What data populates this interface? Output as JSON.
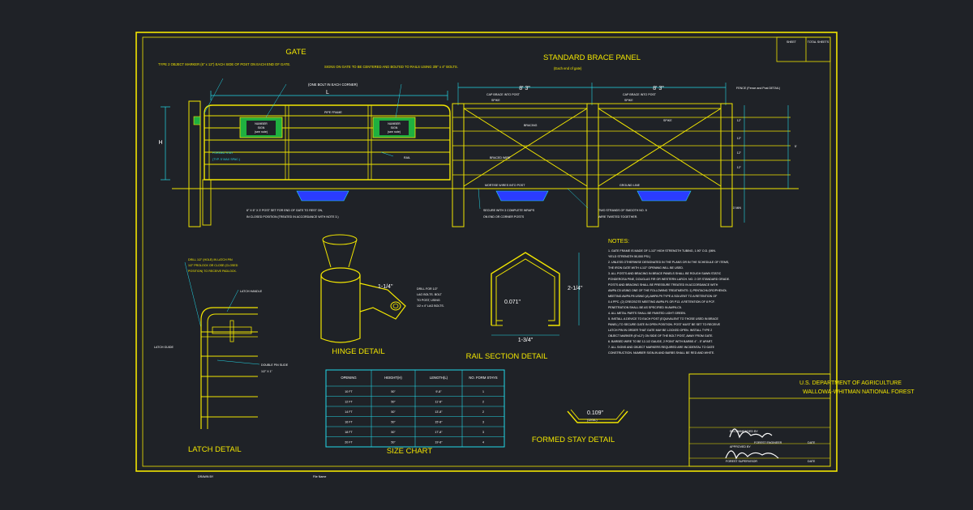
{
  "colors": {
    "background": "#1f2227",
    "frame": "#f2e600",
    "annotation": "#22d8e8",
    "panel": "#2a3cff",
    "signage": "#1fb040",
    "text": "#ffffff"
  },
  "title_block": {
    "sheet_label": "SHEET",
    "total_sheets_label": "TOTAL SHEETS",
    "agency": "U.S. DEPARTMENT OF AGRICULTURE",
    "forest": "WALLOWA-WHITMAN NATIONAL FOREST",
    "date_label_1": "DATE",
    "date_label_2": "DATE",
    "recommended_label": "RECOMMENDED BY",
    "approved_label": "APPROVED BY",
    "engineer_role": "FOREST ENGINEER",
    "supervisor_role": "FOREST SUPERVISOR",
    "drawn_label": "DRAWN BY",
    "file_label": "File Name"
  },
  "gate": {
    "title": "GATE",
    "note_marker": "TYPE 2 OBJECT MARKER (6\" x 12\") EACH SIDE OF POST ON EACH END OF GATE.",
    "note_signs": "SIGNS ON GATE TO BE CENTERED AND BOLTED TO RAILS USING 3/8\" x 4\" BOLTS.",
    "note_bolt": "(ONE BOLT IN EACH CORNER)",
    "dim_L": "L",
    "dim_H": "H",
    "pipe_frame": "PIPE FRAME",
    "rail": "RAIL",
    "formed_stay": "FORMED STAY",
    "formed_stay_spacing": "(TYP. 5' MAX SPAC.)",
    "sign_1": [
      "NUMBER",
      "SIGN",
      "(see note)"
    ],
    "sign_2": [
      "NUMBER",
      "SIGN",
      "(see note)"
    ],
    "post_note_1": "6\" X 6\" X 3' POST SET FOR END OF GATE TO REST ON,",
    "post_note_2": "IN CLOSED POSITION (TREATED IN ACCORDANCE WITH NOTE 3.)"
  },
  "brace": {
    "title": "STANDARD BRACE PANEL",
    "subtitle": "(Each end of gate)",
    "dim_left": "8' 3\"",
    "dim_right": "8' 3\"",
    "fence_note": "FENCE (Fence and Post DETAIL)",
    "dim_total": "5'",
    "dim_segments": [
      "12\"",
      "12\"",
      "12\"",
      "12\""
    ],
    "dim_ground": "3' MIN",
    "label_cap_left": "CAP BRACE INTO POST",
    "label_cap_right": "CAP BRACE INTO POST",
    "label_spike_1": "SPIKE",
    "label_spike_2": "SPIKE",
    "label_bracing": "BRACING",
    "label_braced_wire": "BRACED WIRE",
    "label_mortise": "MORTISE WIRES INTO POST",
    "label_ground": "GROUND LINE",
    "label_spike_3": "SPIKE",
    "label_secure_1": "SECURE WITH 3 COMPLETE WRAPS",
    "label_secure_2": "ON END OR CORNER POSTS",
    "label_strands_1": "TWO STRANDS OF SMOOTH NO. 9",
    "label_strands_2": "WIRE TWISTED TOGETHER."
  },
  "notes": {
    "heading": "NOTES:",
    "lines": [
      "1. GATE FRAME IS MADE OF 1-1/2\" HIGH STRENGTH TUBING, 1.90\" O.D. (MIN.",
      "   YIELD STRENGTH 50,000 PSI.)",
      "2. UNLESS OTHERWISE DESIGNATED IN THE PLANS OR IN THE SCHEDULE OF ITEMS,",
      "   THE IRON GATE WITH 4-1/2\" OPENING WILL BE USED.",
      "3. ALL POSTS AND BRACING IN BRACE PANELS SHALL BE ROUGH SAWN STATIC",
      "   PONDEROSA PINE, DOUGLAS FIR OR WESTERN LARCH. NO. 2 OR STANDARD GRADE.",
      "   POSTS AND BRACING SHALL BE PRESSURE TREATED IN ACCORDANCE WITH",
      "   AWPA C5 USING ONE OF THE FOLLOWING TREATMENTS: 1) PENTACHLOROPHENOL",
      "   MEETING AWPA P8 USING (A) AWPA P9 TYPE A SOLVENT TO A RETENTION OF",
      "   0.4 PPC. (2) CREOSOTE MEETING AWPA P1 OR P13. A RETENTION OF 8 PCF.",
      "   PENETRATION SHALL BE AS SPECIFIED IN AWPA C5.",
      "4. ALL METAL PARTS SHALL BE PAINTED LIGHT GREEN.",
      "5. INSTALL A DEVICE TO EACH POST (EQUIVALENT TO THOSE USED IN BRACE",
      "   PANEL) TO SECURE GATE IN OPEN POSITION. POST MUST BE SET TO RECEIVE",
      "   LATCH PIN IN ORDER THAT GATE MAY BE LOCKED OPEN. INSTALL TYPE 2",
      "   OBJECT MARKER (6\"x12\") ON SIDE OF THE BOLT POST, AWAY FROM GATE.",
      "6. BARBED WIRE TO BE 12-1/2 GAUGE, 2 POINT WITH BARBS 4\" - 5\" APART.",
      "7. ALL SIGNS AND OBJECT MARKERS REQUIRED ARE INCIDENTAL TO GATE",
      "   CONSTRUCTION. NUMBER SIGN-IN AND BARBS SHALL BE RED AND WHITE."
    ]
  },
  "latch": {
    "title": "LATCH DETAIL",
    "note_drill_1": "DRILL 1/2\" (HOLE) IN LATCH PIN",
    "note_drill_2": "1/2\" PROLOCK OR CLOSE (CLOSED",
    "note_drill_3": "POSITION) TO RECEIVE PADLOCK.",
    "latch_handle": "LATCH HANDLE",
    "latch_guide": "LATCH GUIDE",
    "double_pin": "DOUBLE PIN SLIDE",
    "size": "1/2\" X 1\""
  },
  "hinge": {
    "title": "HINGE DETAIL",
    "dim": "1-1/4\"",
    "note_1": "DRILL FOR 1/2\"",
    "note_2": "LAG BOLTS. BOLT",
    "note_3": "TO POST, USING",
    "note_4": "1/2 x 4\" LAG BOLTS."
  },
  "rail_section": {
    "title": "RAIL SECTION DETAIL",
    "thickness": "0.071\"",
    "height": "2-1/4\"",
    "width": "1-3/4\""
  },
  "stay": {
    "title": "FORMED STAY DETAIL",
    "thickness": "0.109\"",
    "gauge": "(12GA.)"
  },
  "size_chart": {
    "title": "SIZE CHART",
    "headers": [
      "OPENING",
      "HEIGHT(H)",
      "LENGTH(L)",
      "NO. FORM STAYS"
    ],
    "rows": [
      [
        "10 FT",
        "50\"",
        "9'-8\"",
        "1"
      ],
      [
        "12 FT",
        "50\"",
        "11'-8\"",
        "2"
      ],
      [
        "14 FT",
        "50\"",
        "13'-8\"",
        "2"
      ],
      [
        "16 FT",
        "50\"",
        "15'-8\"",
        "3"
      ],
      [
        "18 FT",
        "50\"",
        "17'-8\"",
        "3"
      ],
      [
        "20 FT",
        "50\"",
        "19'-8\"",
        "4"
      ]
    ]
  }
}
